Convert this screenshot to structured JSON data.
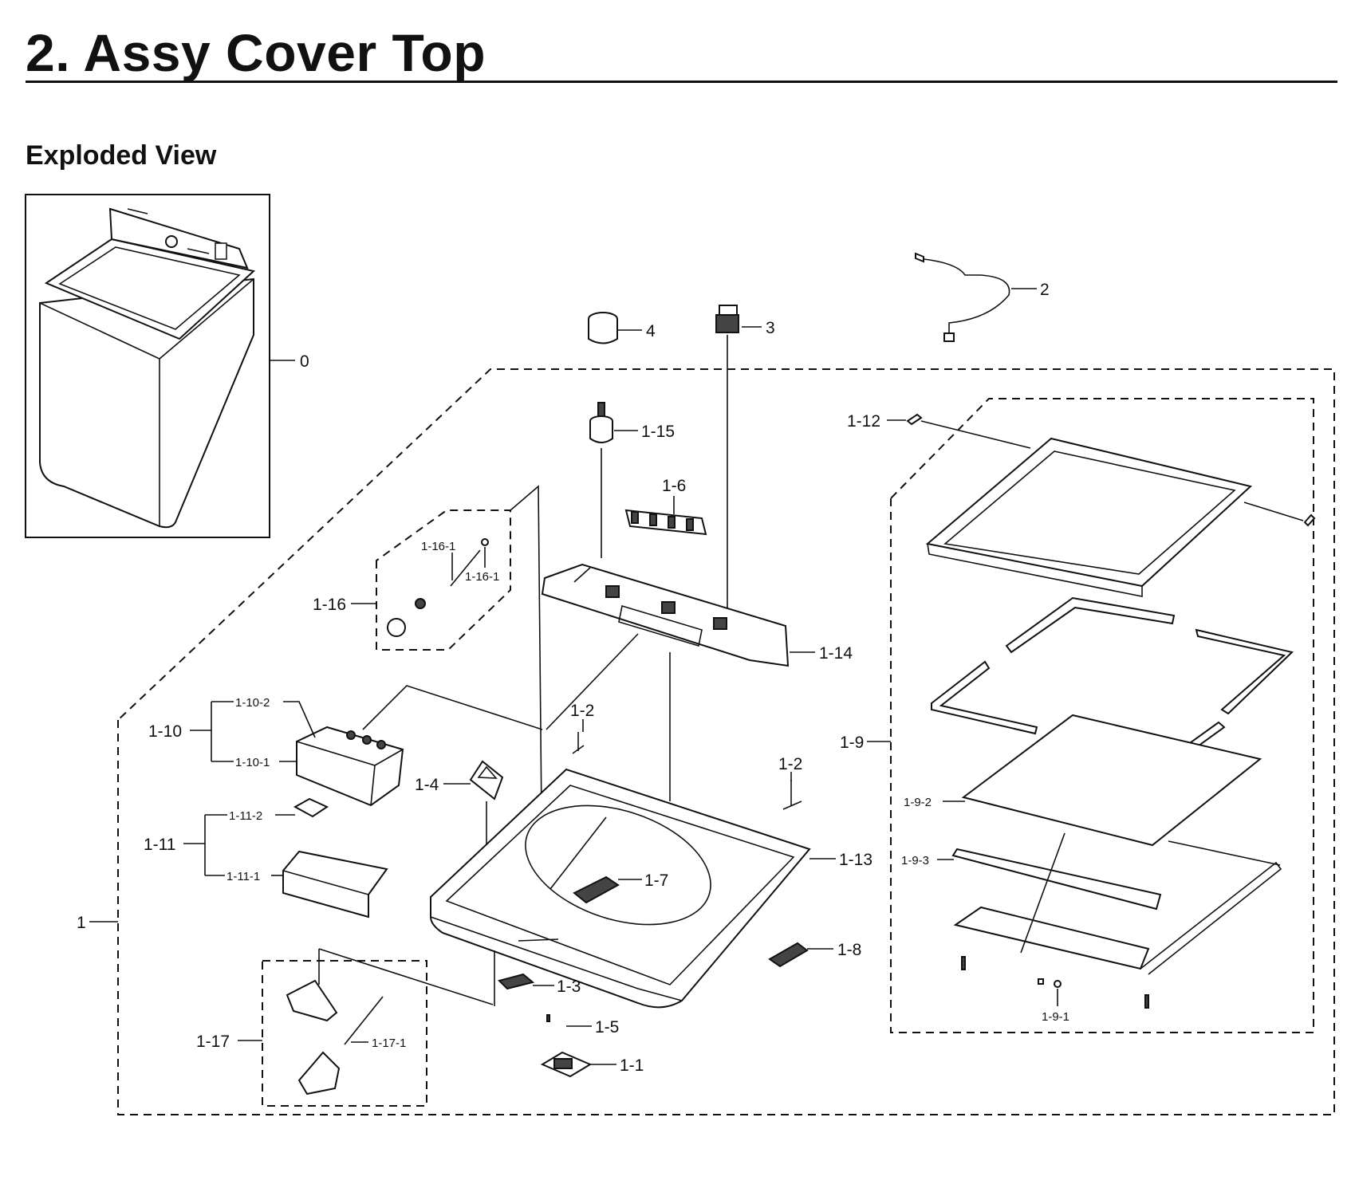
{
  "header": {
    "title": "2.  Assy Cover Top",
    "section": "Exploded View"
  },
  "callouts": {
    "c0": "0",
    "c1": "1",
    "c1_1": "1-1",
    "c1_2a": "1-2",
    "c1_2b": "1-2",
    "c1_3": "1-3",
    "c1_4": "1-4",
    "c1_5": "1-5",
    "c1_6": "1-6",
    "c1_7": "1-7",
    "c1_8": "1-8",
    "c1_9": "1-9",
    "c1_9_1": "1-9-1",
    "c1_9_2": "1-9-2",
    "c1_9_3": "1-9-3",
    "c1_10": "1-10",
    "c1_10_1": "1-10-1",
    "c1_10_2": "1-10-2",
    "c1_11": "1-11",
    "c1_11_1": "1-11-1",
    "c1_11_2": "1-11-2",
    "c1_12": "1-12",
    "c1_13": "1-13",
    "c1_14": "1-14",
    "c1_15": "1-15",
    "c1_16": "1-16",
    "c1_16_1a": "1-16-1",
    "c1_16_1b": "1-16-1",
    "c1_17": "1-17",
    "c1_17_1": "1-17-1",
    "c2": "2",
    "c3": "3",
    "c4": "4"
  }
}
